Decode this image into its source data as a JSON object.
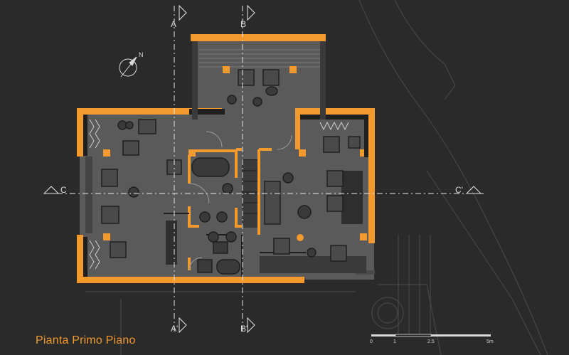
{
  "title": "Pianta Primo Piano",
  "north_label": "N",
  "sections": {
    "a_top": "A",
    "b_top": "B",
    "a_bottom": "A'",
    "b_bottom": "B'",
    "c_left": "C",
    "c_right": "C'"
  },
  "scale_bar": {
    "labels": [
      "0",
      "1",
      "2.5",
      "5m"
    ]
  },
  "colors": {
    "background": "#2a2a2a",
    "wall": "#f29a2e",
    "floor": "#5a5a5a",
    "line": "#d8d8d8"
  }
}
